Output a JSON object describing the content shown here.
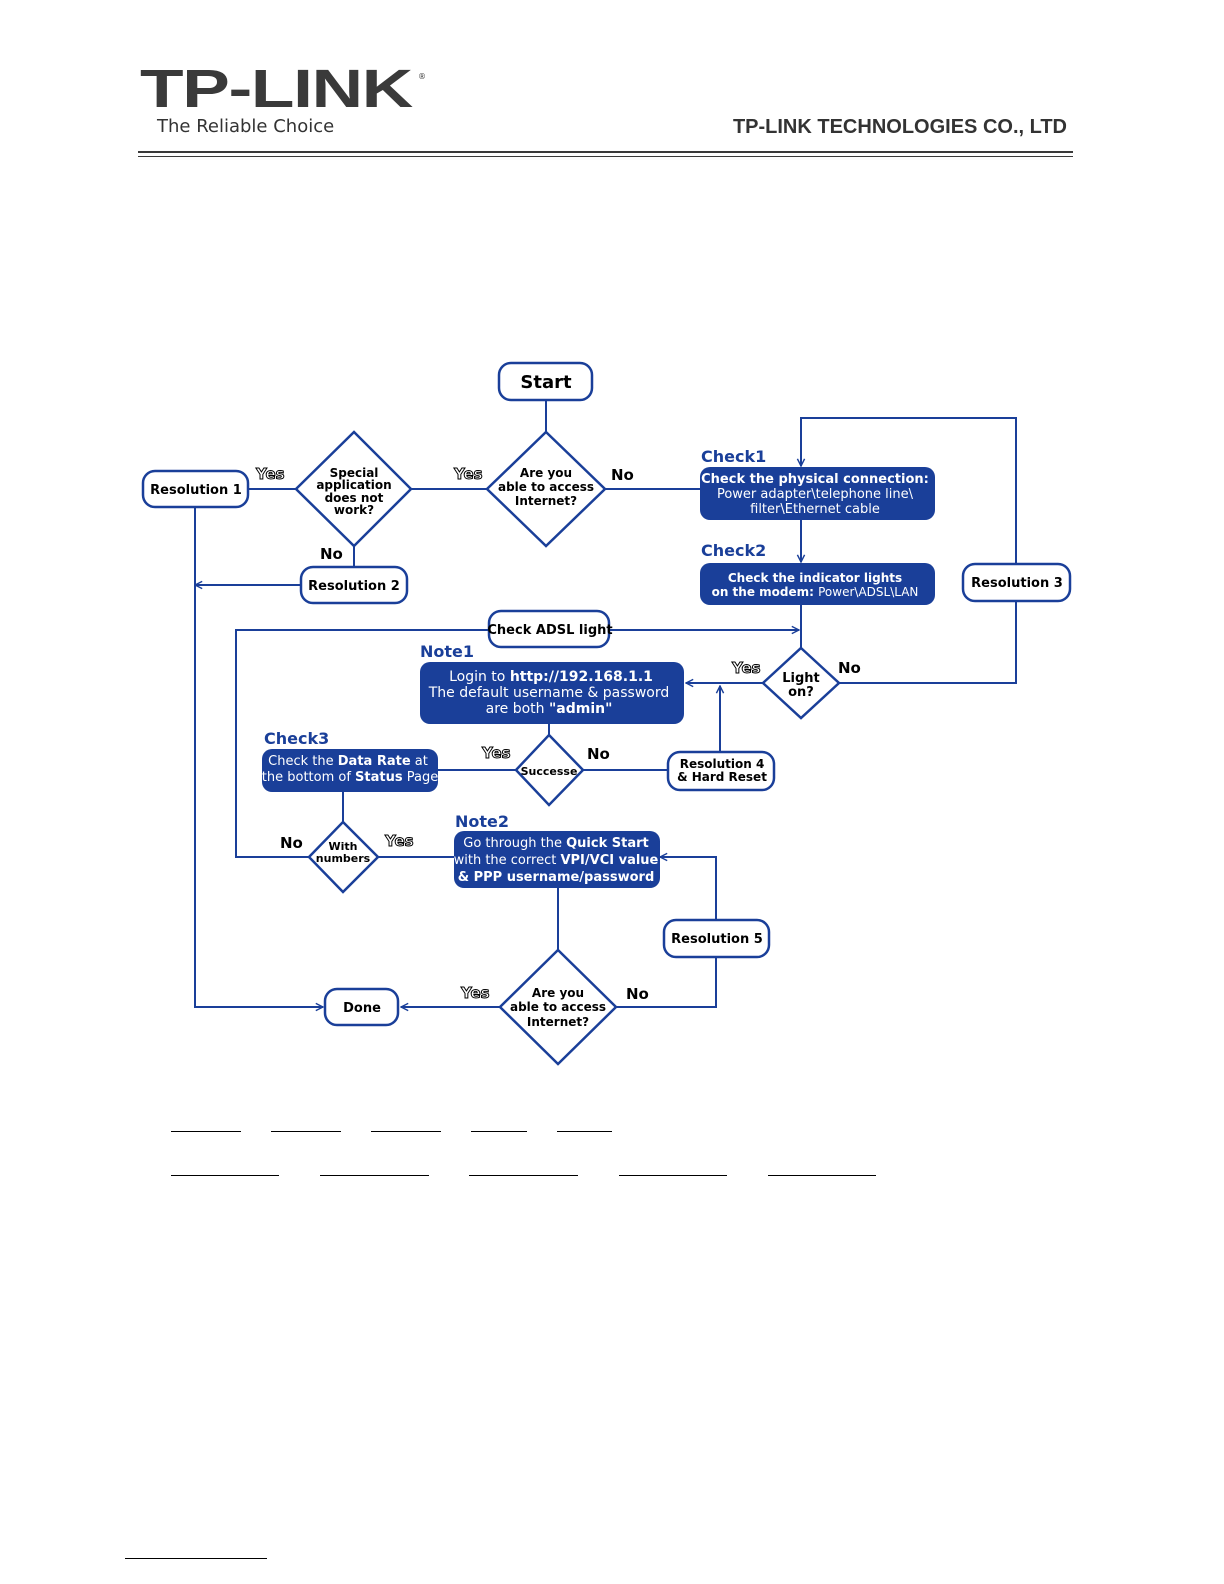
{
  "header": {
    "logo_text": "TP-LINK",
    "logo_reg": "®",
    "tagline": "The Reliable Choice",
    "company": "TP-LINK TECHNOLOGIES CO., LTD"
  },
  "colors": {
    "primary": "#1a3f99",
    "text": "#000000",
    "gray": "#3a3a3a"
  },
  "flow": {
    "start": "Start",
    "access1": [
      "Are you",
      "able to access",
      "Internet?"
    ],
    "special": [
      "Special",
      "application",
      "does not",
      "work?"
    ],
    "resolution1": "Resolution 1",
    "resolution2": "Resolution 2",
    "resolution3": "Resolution 3",
    "resolution4": [
      "Resolution 4",
      "& Hard Reset"
    ],
    "resolution5": "Resolution 5",
    "check1_title": "Check1",
    "check1_l1": "Check the physical connection:",
    "check1_l2": "Power adapter\\telephone line\\",
    "check1_l3": "filter\\Ethernet cable",
    "check2_title": "Check2",
    "check2_l1": "Check the indicator lights",
    "check2_l2a": "on the modem: ",
    "check2_l2b": "Power\\ADSL\\LAN",
    "check_adsl": "Check ADSL light",
    "light_on": [
      "Light",
      "on?"
    ],
    "note1_title": "Note1",
    "note1_l1a": "Login to ",
    "note1_l1b": "http://192.168.1.1",
    "note1_l2": "The default username & password",
    "note1_l3a": "are both ",
    "note1_l3b": "\"admin\"",
    "success": "Successe",
    "check3_title": "Check3",
    "check3_l1a": "Check the ",
    "check3_l1b": "Data Rate",
    "check3_l1c": " at",
    "check3_l2a": "the bottom of ",
    "check3_l2b": "Status",
    "check3_l2c": " Page",
    "with_numbers": [
      "With",
      "numbers"
    ],
    "note2_title": "Note2",
    "note2_l1a": "Go through the ",
    "note2_l1b": "Quick Start",
    "note2_l2a": "with the correct ",
    "note2_l2b": "VPI/VCI value",
    "note2_l3": "& PPP username/password",
    "access2": [
      "Are you",
      "able to access",
      "Internet?"
    ],
    "done": "Done",
    "yes": "Yes",
    "no": "No"
  }
}
